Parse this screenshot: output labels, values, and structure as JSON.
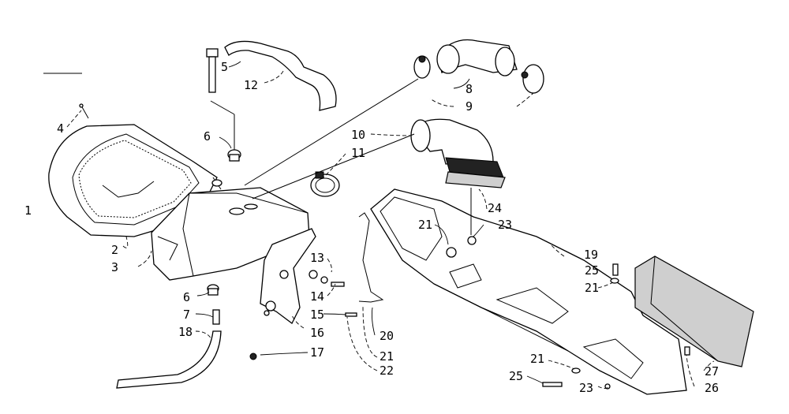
{
  "callouts": {
    "c1": "1",
    "c2": "2",
    "c3": "3",
    "c4": "4",
    "c5": "5",
    "c6a": "6",
    "c6b": "6",
    "c7": "7",
    "c8": "8",
    "c9": "9",
    "c10": "10",
    "c11": "11",
    "c12": "12",
    "c13": "13",
    "c14": "14",
    "c15": "15",
    "c16": "16",
    "c17": "17",
    "c18": "18",
    "c19": "19",
    "c20": "20",
    "c21a": "21",
    "c21b": "21",
    "c21c": "21",
    "c21d": "21",
    "c22": "22",
    "c23a": "23",
    "c23b": "23",
    "c24": "24",
    "c25a": "25",
    "c25b": "25",
    "c26": "26",
    "c27": "27"
  }
}
